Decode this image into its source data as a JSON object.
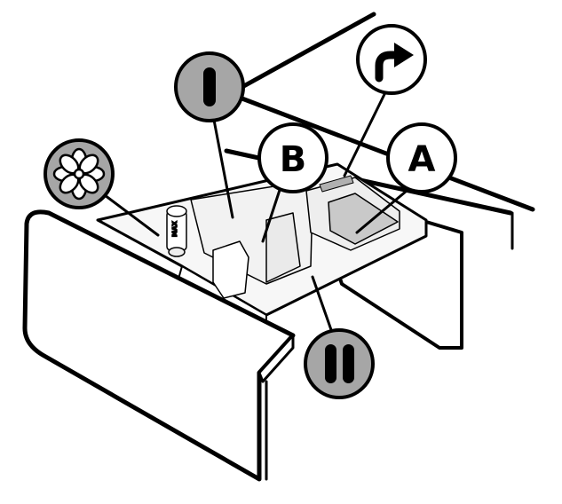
{
  "callouts": {
    "a": {
      "text": "A"
    },
    "b": {
      "text": "B"
    },
    "one": {
      "symbol": "roman-one-pill"
    },
    "two": {
      "symbol": "roman-two-pills"
    },
    "softener": {
      "symbol": "flower-icon"
    },
    "arrow": {
      "symbol": "curved-arrow-icon"
    }
  },
  "siphon": {
    "label": "MAX"
  },
  "colors": {
    "line": "#000000",
    "drawer_fill": "#ffffff",
    "insert_fill": "#f2f2f2",
    "shade": "#c9c9c9",
    "callout_grey": "#a6a6a6",
    "callout_white": "#ffffff"
  }
}
